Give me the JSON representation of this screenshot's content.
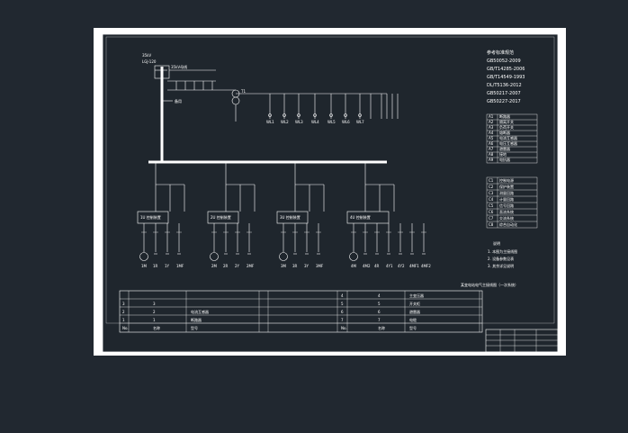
{
  "sheet": {
    "background": "#212830",
    "paper": "#ffffff",
    "drawing_bg": "#1f262d"
  },
  "top": {
    "source_label": "35kV",
    "source_sub": "LGJ-120",
    "bus_label": "35kV母线",
    "transformer_label": "T1",
    "feeder_labels": [
      "WL1",
      "WL2",
      "WL3",
      "WL4",
      "WL5",
      "WL6",
      "WL7"
    ],
    "side_label": "备用"
  },
  "legend_top": {
    "title": "参考标准规范",
    "lines": [
      "GB50052-2009",
      "GB/T14285-2006",
      "GB/T14549-1993",
      "DL/T5136-2012",
      "GB50217-2007",
      "GB50227-2017"
    ]
  },
  "legend_mid": {
    "rows": [
      {
        "code": "A1",
        "text": "断路器"
      },
      {
        "code": "A2",
        "text": "隔离开关"
      },
      {
        "code": "A3",
        "text": "负荷开关"
      },
      {
        "code": "A4",
        "text": "熔断器"
      },
      {
        "code": "A5",
        "text": "电流互感器"
      },
      {
        "code": "A6",
        "text": "电压互感器"
      },
      {
        "code": "A7",
        "text": "避雷器"
      },
      {
        "code": "A8",
        "text": "接地"
      },
      {
        "code": "A9",
        "text": "电抗器"
      }
    ]
  },
  "legend_low": {
    "rows": [
      {
        "code": "C1",
        "text": "控制电源"
      },
      {
        "code": "C2",
        "text": "保护装置"
      },
      {
        "code": "C3",
        "text": "测量回路"
      },
      {
        "code": "C4",
        "text": "计量回路"
      },
      {
        "code": "C5",
        "text": "信号回路"
      },
      {
        "code": "C6",
        "text": "直流系统"
      },
      {
        "code": "C7",
        "text": "交流系统"
      },
      {
        "code": "C8",
        "text": "综合自动化"
      }
    ]
  },
  "notes": {
    "title": "说明",
    "lines": [
      "1. 本图为主接线图",
      "2. 设备参数见表",
      "3. 其余详见说明"
    ]
  },
  "groups": [
    {
      "box": "1U 控制装置",
      "labels": [
        "1M",
        "1R",
        "1Y",
        "1MF"
      ]
    },
    {
      "box": "2U 控制装置",
      "labels": [
        "2M",
        "2R",
        "2Y",
        "2MF"
      ]
    },
    {
      "box": "3U 控制装置",
      "labels": [
        "3M",
        "3R",
        "3Y",
        "3MF"
      ]
    },
    {
      "box": "4U 控制装置",
      "labels": [
        "4M",
        "4M2",
        "4R",
        "4Y1",
        "4Y2",
        "4MF1",
        "4MF2"
      ]
    }
  ],
  "caption": "某变电站电气主接线图（一次系统）",
  "table": {
    "rows": [
      [
        "",
        "",
        "",
        "",
        "4",
        "4",
        "主变压器"
      ],
      [
        "3",
        "3",
        "",
        "",
        "5",
        "5",
        "开关柜"
      ],
      [
        "2",
        "2",
        "电流互感器",
        "",
        "6",
        "6",
        "避雷器"
      ],
      [
        "1",
        "1",
        "断路器",
        "",
        "7",
        "7",
        "电缆"
      ],
      [
        "No.",
        "名称",
        "型号",
        "",
        "No.",
        "名称",
        "型号"
      ]
    ]
  }
}
